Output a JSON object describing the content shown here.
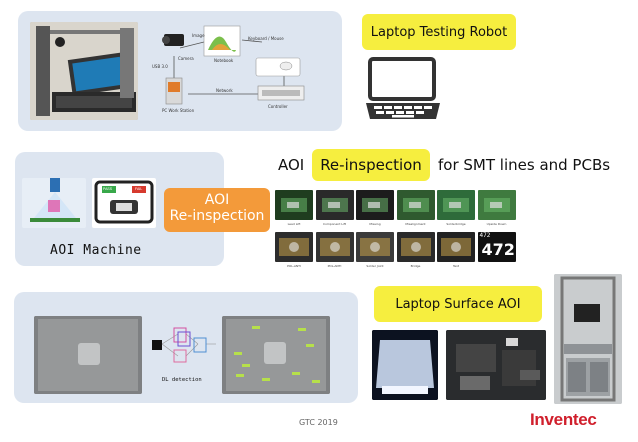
{
  "section1": {
    "label": "Laptop Testing Robot",
    "diagram": {
      "camera": "Camera",
      "image": "Image",
      "notebook": "Notebook",
      "keyboard_mouse": "Keyboard / Mouse",
      "usb": "USB 3.0",
      "network": "Network",
      "pc_workstation": "PC Work Station",
      "controller": "Controller"
    }
  },
  "section2": {
    "aoi_prefix": "AOI",
    "reinspection_label": "Re-inspection",
    "suffix": "for SMT lines and PCBs",
    "orange_box": {
      "line1": "AOI",
      "line2": "Re-inspection"
    },
    "machine_label": "AOI Machine",
    "pass_label": "PASS",
    "fail_label": "FAIL",
    "defects_row1": [
      "Lead Lift",
      "Component Lift",
      "Missing",
      "Misalignment",
      "Solderbridge",
      "Upside Down"
    ],
    "defects_row2": [
      "POL-ANTI",
      "POL-ANTI",
      "Solder Joint",
      "Bridge",
      "Text"
    ],
    "ocr_top": "472",
    "ocr_big": "472"
  },
  "section3": {
    "dl_label": "DL detection",
    "surface_label": "Laptop Surface AOI"
  },
  "footer": {
    "conference": "GTC 2019",
    "brand": "Inventec"
  },
  "colors": {
    "panel": "#dde5f0",
    "yellow": "#f6ee3f",
    "orange": "#f39a3a",
    "brand_red": "#d01f2c"
  }
}
